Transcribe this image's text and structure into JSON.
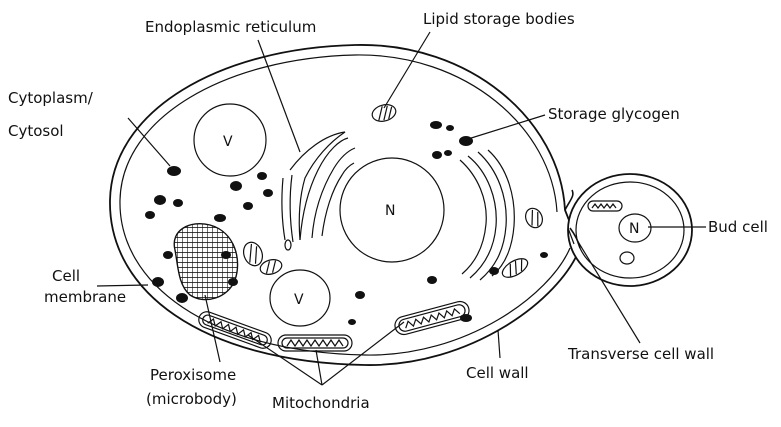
{
  "labels": {
    "endoplasmic_reticulum": "Endoplasmic  reticulum",
    "lipid_storage_bodies": "Lipid  storage  bodies",
    "cytoplasm_line1": "Cytoplasm/",
    "cytoplasm_line2": "Cytosol",
    "storage_glycogen": "Storage  glycogen",
    "bud_cell": "Bud cell",
    "cell_line1": "Cell",
    "cell_line2": "membrane",
    "transverse_cell_wall": "Transverse  cell  wall",
    "cell_wall": "Cell  wall",
    "peroxisome_line1": "Peroxisome",
    "peroxisome_line2": "(microbody)",
    "mitochondria": "Mitochondria"
  },
  "markers": {
    "vacuole_top": "V",
    "vacuole_bottom": "V",
    "nucleus": "N",
    "bud_nucleus": "N"
  }
}
